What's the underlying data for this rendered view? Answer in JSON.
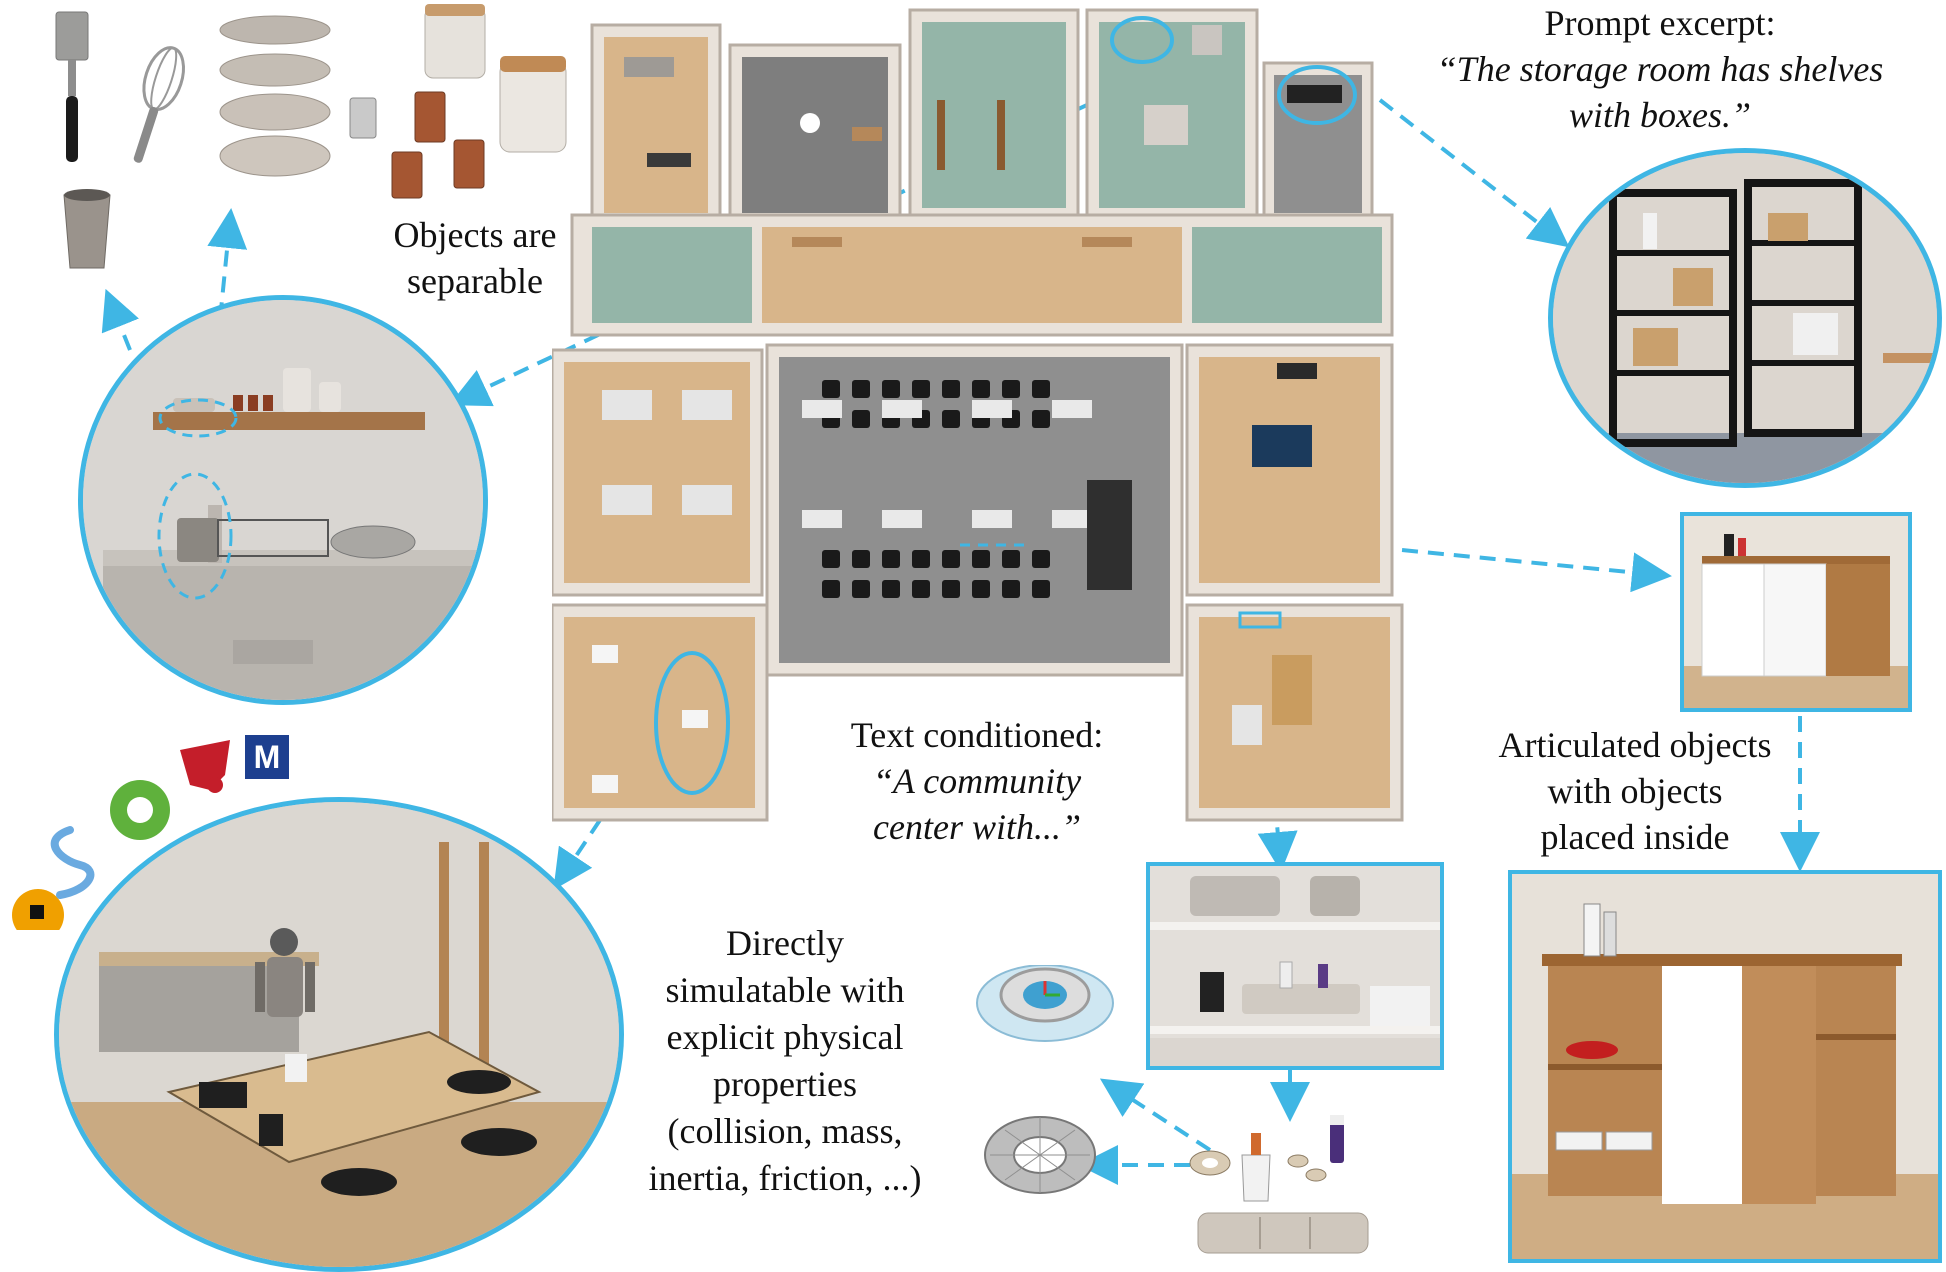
{
  "captions": {
    "objects_separable": [
      "Objects are",
      "separable"
    ],
    "prompt_title": "Prompt excerpt:",
    "prompt_quote": [
      "“The storage room has shelves",
      "with boxes.”"
    ],
    "articulated": [
      "Articulated objects",
      "with objects",
      "placed inside"
    ],
    "text_conditioned_title": "Text conditioned:",
    "text_conditioned_quote": [
      "“A community",
      "center with...”"
    ],
    "simulatable": [
      "Directly",
      "simulatable with",
      "explicit physical",
      "properties",
      "(collision, mass,",
      "inertia, friction, ...)"
    ]
  },
  "logos": {
    "m_logo": "M"
  },
  "colors": {
    "accent": "#3fb6e4",
    "floor_wood": "#d8b58a",
    "wall": "#e9e2da",
    "carpet": "#8f8f8f",
    "chair": "#1a1a1a"
  },
  "icons": [
    "spatula-icon",
    "whisk-icon",
    "plates-icon",
    "jars-icon",
    "cup-icon",
    "shelf-icon",
    "robot-icon",
    "cabinet-icon",
    "tape-icon",
    "glue-icon",
    "tray-icon",
    "logo-icon"
  ]
}
